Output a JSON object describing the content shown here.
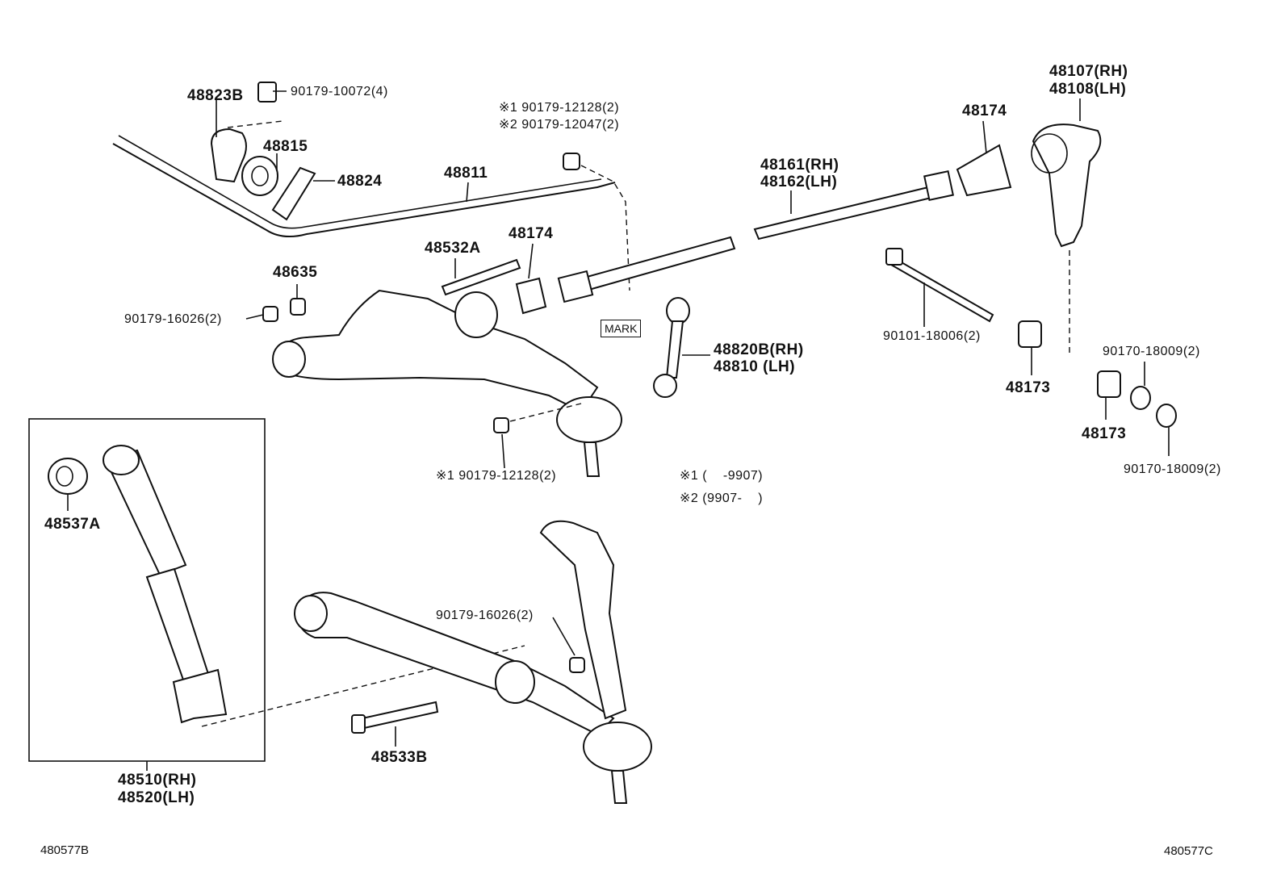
{
  "labels": {
    "l48823b": "48823B",
    "l90179_10072": "90179-10072(4)",
    "l48815": "48815",
    "l48824": "48824",
    "l48811": "48811",
    "l90179_12128_top": "※1 90179-12128(2)",
    "l90179_12047": "※2 90179-12047(2)",
    "l48161": "48161(RH)",
    "l48162": "48162(LH)",
    "l48174_right": "48174",
    "l48107": "48107(RH)",
    "l48108": "48108(LH)",
    "l48532a": "48532A",
    "l48174_mid": "48174",
    "l48635": "48635",
    "l90179_16026_top": "90179-16026(2)",
    "mark": "MARK",
    "l48820b": "48820B(RH)",
    "l48810": "48810 (LH)",
    "l90101_18006": "90101-18006(2)",
    "l48173_a": "48173",
    "l90170_18009_a": "90170-18009(2)",
    "l48173_b": "48173",
    "l90170_18009_b": "90170-18009(2)",
    "l90179_12128_mid": "※1 90179-12128(2)",
    "note1": "※1 (    -9907)",
    "note2": "※2 (9907-    )",
    "l48537a": "48537A",
    "l90179_16026_low": "90179-16026(2)",
    "l48533b": "48533B",
    "l48510": "48510(RH)",
    "l48520": "48520(LH)",
    "ref_left": "480577B",
    "ref_right": "480577C"
  }
}
